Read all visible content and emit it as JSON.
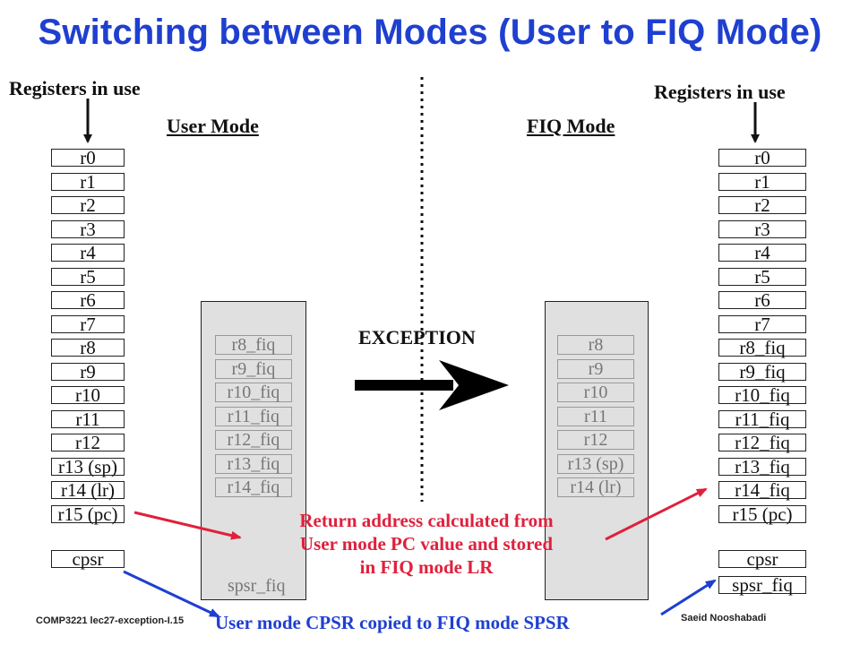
{
  "title": "Switching between Modes (User to FIQ Mode)",
  "labels": {
    "registers_in_use_left": "Registers in use",
    "registers_in_use_right": "Registers in use",
    "user_mode": "User Mode",
    "fiq_mode": "FIQ Mode",
    "exception": "EXCEPTION"
  },
  "user_registers": [
    "r0",
    "r1",
    "r2",
    "r3",
    "r4",
    "r5",
    "r6",
    "r7",
    "r8",
    "r9",
    "r10",
    "r11",
    "r12",
    "r13 (sp)",
    "r14 (lr)",
    "r15 (pc)"
  ],
  "user_cpsr": "cpsr",
  "banked_fiq_inactive": [
    "r8_fiq",
    "r9_fiq",
    "r10_fiq",
    "r11_fiq",
    "r12_fiq",
    "r13_fiq",
    "r14_fiq"
  ],
  "banked_fiq_inactive_spsr": "spsr_fiq",
  "banked_user_inactive": [
    "r8",
    "r9",
    "r10",
    "r11",
    "r12",
    "r13 (sp)",
    "r14 (lr)"
  ],
  "fiq_registers": [
    "r0",
    "r1",
    "r2",
    "r3",
    "r4",
    "r5",
    "r6",
    "r7",
    "r8_fiq",
    "r9_fiq",
    "r10_fiq",
    "r11_fiq",
    "r12_fiq",
    "r13_fiq",
    "r14_fiq",
    "r15 (pc)"
  ],
  "fiq_cpsr": "cpsr",
  "fiq_spsr": "spsr_fiq",
  "notes": {
    "return_address": [
      "Return address calculated from",
      "User mode  PC value and stored",
      "in FIQ mode LR"
    ],
    "cpsr_copy": "User mode CPSR copied to FIQ mode SPSR"
  },
  "footer": {
    "course": "COMP3221  lec27-exception-I.15",
    "author": "Saeid Nooshabadi"
  }
}
